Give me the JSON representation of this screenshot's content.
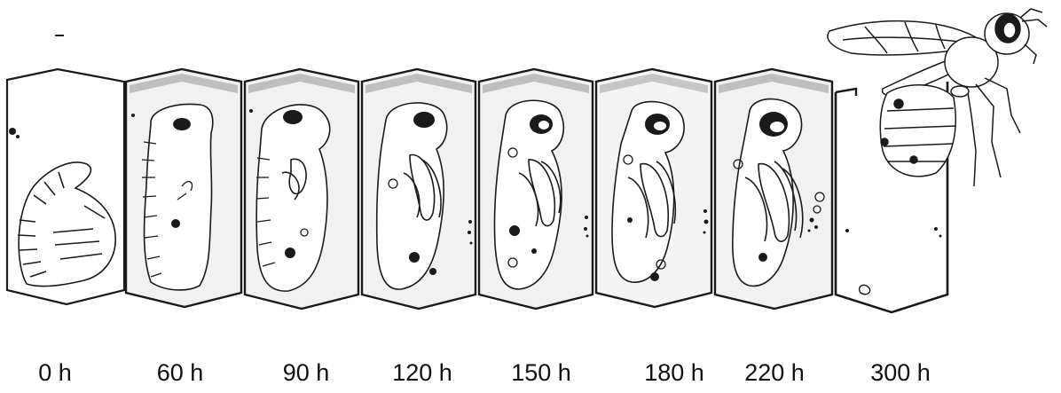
{
  "stages": [
    {
      "id": "stage-0",
      "time_label": "0 h"
    },
    {
      "id": "stage-60",
      "time_label": "60 h"
    },
    {
      "id": "stage-90",
      "time_label": "90 h"
    },
    {
      "id": "stage-120",
      "time_label": "120 h"
    },
    {
      "id": "stage-150",
      "time_label": "150 h"
    },
    {
      "id": "stage-180",
      "time_label": "180 h"
    },
    {
      "id": "stage-220",
      "time_label": "220 h"
    },
    {
      "id": "stage-300",
      "time_label": "300 h"
    }
  ],
  "colors": {
    "ink": "#1a1a1a",
    "cell_shading": "#d6d6d6",
    "background": "#ffffff"
  }
}
